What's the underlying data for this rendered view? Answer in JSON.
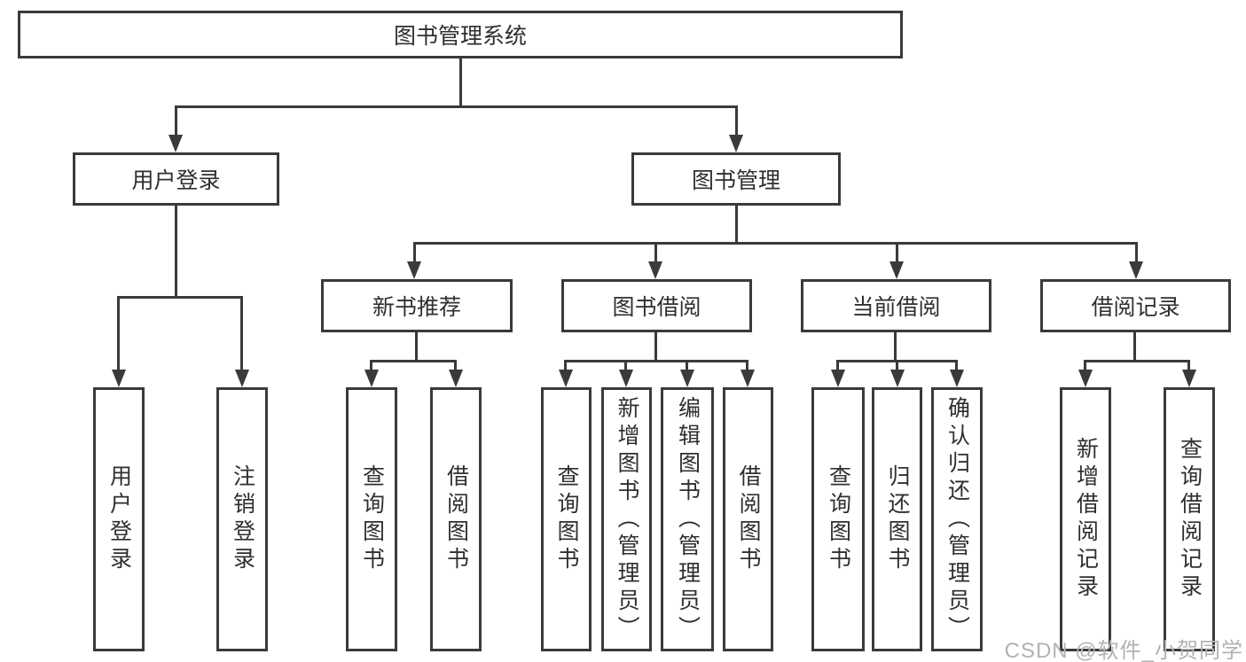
{
  "diagram": {
    "title": "图书管理系统",
    "branches": [
      {
        "label": "用户登录",
        "children": [
          {
            "label": "用户登录"
          },
          {
            "label": "注销登录"
          }
        ]
      },
      {
        "label": "图书管理",
        "children": [
          {
            "label": "新书推荐",
            "children": [
              {
                "label": "查询图书"
              },
              {
                "label": "借阅图书"
              }
            ]
          },
          {
            "label": "图书借阅",
            "children": [
              {
                "label": "查询图书"
              },
              {
                "label": "新增图书（管理员）"
              },
              {
                "label": "编辑图书（管理员）"
              },
              {
                "label": "借阅图书"
              }
            ]
          },
          {
            "label": "当前借阅",
            "children": [
              {
                "label": "查询图书"
              },
              {
                "label": "归还图书"
              },
              {
                "label": "确认归还（管理员）"
              }
            ]
          },
          {
            "label": "借阅记录",
            "children": [
              {
                "label": "新增借阅记录"
              },
              {
                "label": "查询借阅记录"
              }
            ]
          }
        ]
      }
    ]
  },
  "watermark": {
    "text": "CSDN @软件_小贺同学"
  },
  "colors": {
    "line": "#3a3a3a",
    "text": "#2f2f2f",
    "watermark_text": "#b2b2b6",
    "background": "#ffffff"
  }
}
